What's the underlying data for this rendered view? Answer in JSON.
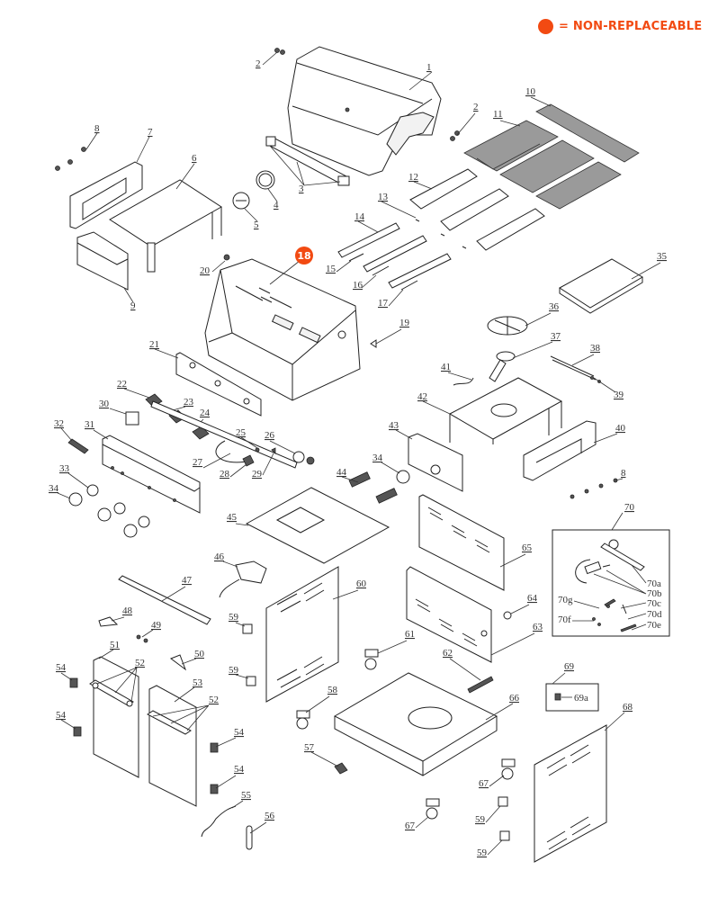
{
  "legend": {
    "marker": "orange-dot",
    "text": "= NON-REPLACEABLE",
    "color": "#f24a12"
  },
  "diagram": {
    "title": "Gas grill exploded parts diagram",
    "non_replaceable_parts": [
      "18"
    ],
    "labels": {
      "p1": "1",
      "p2a": "2",
      "p2b": "2",
      "p3": "3",
      "p4": "4",
      "p5": "5",
      "p6": "6",
      "p7": "7",
      "p8a": "8",
      "p8b": "8",
      "p9": "9",
      "p10": "10",
      "p11": "11",
      "p12": "12",
      "p13": "13",
      "p14": "14",
      "p15": "15",
      "p16": "16",
      "p17": "17",
      "p18": "18",
      "p19": "19",
      "p20": "20",
      "p21": "21",
      "p22": "22",
      "p23": "23",
      "p24": "24",
      "p25": "25",
      "p26": "26",
      "p27": "27",
      "p28": "28",
      "p29": "29",
      "p30": "30",
      "p31": "31",
      "p32": "32",
      "p33": "33",
      "p34a": "34",
      "p34b": "34",
      "p35": "35",
      "p36": "36",
      "p37": "37",
      "p38": "38",
      "p39": "39",
      "p40": "40",
      "p41": "41",
      "p42": "42",
      "p43": "43",
      "p44": "44",
      "p45": "45",
      "p46": "46",
      "p47": "47",
      "p48": "48",
      "p49": "49",
      "p50": "50",
      "p51": "51",
      "p52a": "52",
      "p52b": "52",
      "p53": "53",
      "p54a": "54",
      "p54b": "54",
      "p54c": "54",
      "p54d": "54",
      "p55": "55",
      "p56": "56",
      "p57": "57",
      "p58": "58",
      "p59a": "59",
      "p59b": "59",
      "p59c": "59",
      "p59d": "59",
      "p60": "60",
      "p61": "61",
      "p62": "62",
      "p63": "63",
      "p64": "64",
      "p65": "65",
      "p66": "66",
      "p67a": "67",
      "p67b": "67",
      "p68": "68",
      "p69": "69",
      "p69a": "69a",
      "p70": "70",
      "p70a": "70a",
      "p70b": "70b",
      "p70c": "70c",
      "p70d": "70d",
      "p70e": "70e",
      "p70f": "70f",
      "p70g": "70g"
    }
  }
}
